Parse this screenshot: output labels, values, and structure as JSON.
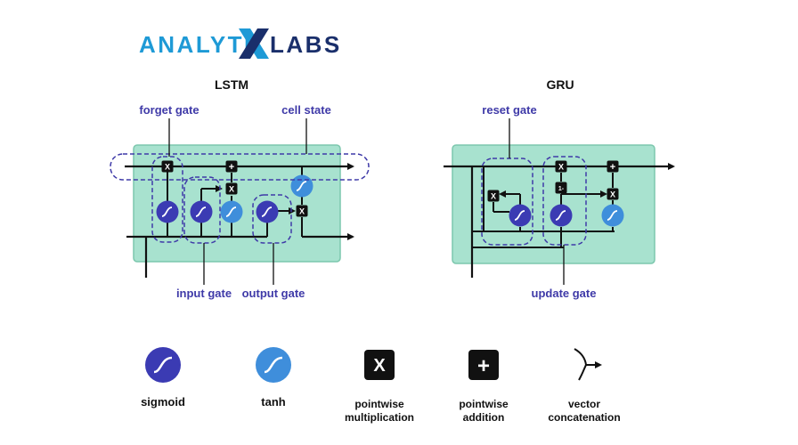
{
  "logo": {
    "text": "ANALYTIXLABS",
    "part1": "ANALYTI",
    "part2": "LABS"
  },
  "lstm": {
    "title": "LSTM",
    "labels": {
      "forget_gate": "forget gate",
      "cell_state": "cell state",
      "input_gate": "input gate",
      "output_gate": "output gate"
    }
  },
  "gru": {
    "title": "GRU",
    "labels": {
      "reset_gate": "reset gate",
      "update_gate": "update gate"
    }
  },
  "legend": {
    "sigmoid": "sigmoid",
    "tanh": "tanh",
    "pointwise_multiplication": [
      "pointwise",
      "multiplication"
    ],
    "pointwise_addition": [
      "pointwise",
      "addition"
    ],
    "vector_concatenation": [
      "vector",
      "concatenation"
    ]
  },
  "symbols": {
    "mult": "X",
    "add": "+",
    "minus": "1-"
  },
  "colors": {
    "cell_fill": "#a8e2cf",
    "cell_stroke": "#7cc7ad",
    "gate_outline": "#3f3aa8",
    "label": "#3f3aa8",
    "sigmoid": "#3b3bb3",
    "tanh": "#3f8edb",
    "logo_blue": "#1e9ad6",
    "logo_dark": "#1a2f6b"
  }
}
